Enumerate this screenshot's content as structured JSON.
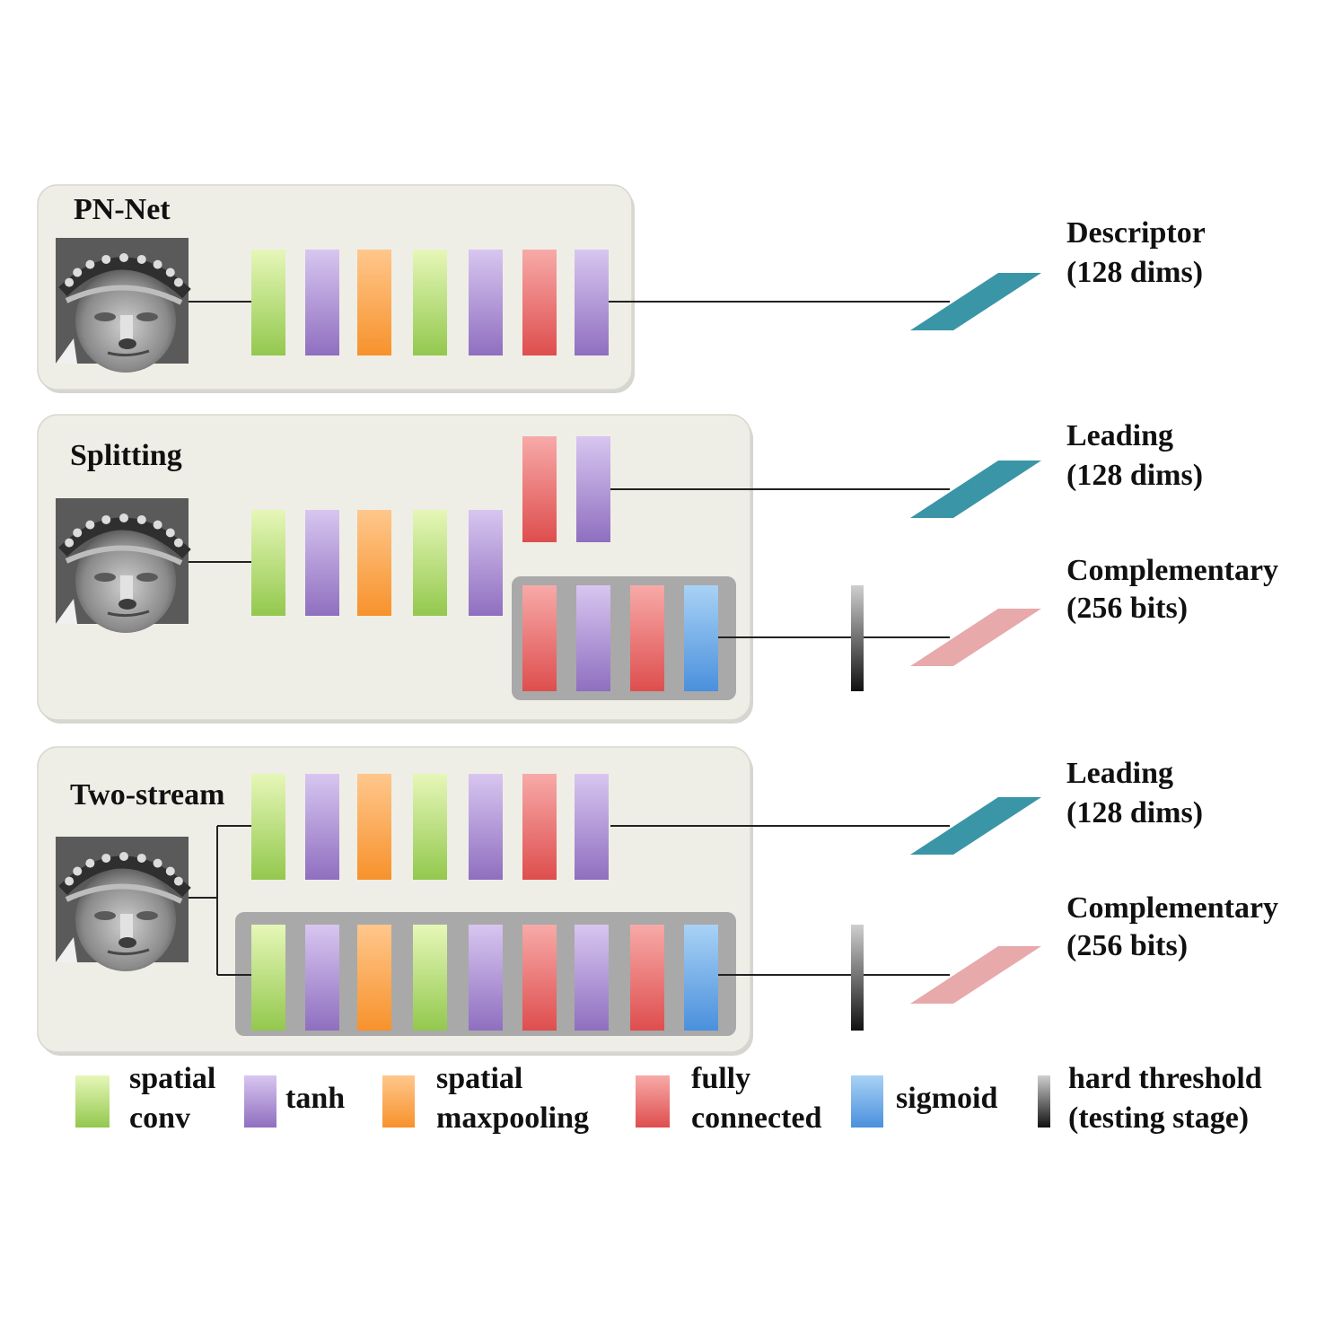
{
  "colors": {
    "panel_bg": "#efeee6",
    "panel_border": "#d8d7cf",
    "group_bg": "#a9a9a9",
    "spatial_conv": [
      "#e6f7b8",
      "#93c84e"
    ],
    "tanh": [
      "#d8c6f0",
      "#8f6fc0"
    ],
    "spatial_maxpooling": [
      "#ffc78c",
      "#f7922c"
    ],
    "fully_connected": [
      "#f7aaa8",
      "#de4e4e"
    ],
    "sigmoid": [
      "#a9d2f5",
      "#4a90dd"
    ],
    "hard_threshold": [
      "#cfcfcf",
      "#111111"
    ],
    "descriptor_real": "#3a95a6",
    "descriptor_binary": "#e8a9aa",
    "line": "#222222"
  },
  "panels": [
    {
      "title": "PN-Net",
      "outputs": [
        {
          "label_lines": [
            "Descriptor",
            "(128 dims)"
          ],
          "kind": "real"
        }
      ],
      "layers": [
        "spatial_conv",
        "tanh",
        "spatial_maxpooling",
        "spatial_conv",
        "tanh",
        "fully_connected",
        "tanh"
      ]
    },
    {
      "title": "Splitting",
      "shared_layers": [
        "spatial_conv",
        "tanh",
        "spatial_maxpooling",
        "spatial_conv",
        "tanh"
      ],
      "leading_branch": [
        "fully_connected",
        "tanh"
      ],
      "complementary_branch": [
        "fully_connected",
        "tanh",
        "fully_connected",
        "sigmoid"
      ],
      "outputs": [
        {
          "label_lines": [
            "Leading",
            "(128 dims)"
          ],
          "kind": "real"
        },
        {
          "label_lines": [
            "Complementary",
            "(256 bits)"
          ],
          "kind": "binary"
        }
      ]
    },
    {
      "title": "Two-stream",
      "leading_stream": [
        "spatial_conv",
        "tanh",
        "spatial_maxpooling",
        "spatial_conv",
        "tanh",
        "fully_connected",
        "tanh"
      ],
      "complementary_stream": [
        "spatial_conv",
        "tanh",
        "spatial_maxpooling",
        "spatial_conv",
        "tanh",
        "fully_connected",
        "tanh",
        "fully_connected",
        "sigmoid"
      ],
      "outputs": [
        {
          "label_lines": [
            "Leading",
            "(128 dims)"
          ],
          "kind": "real"
        },
        {
          "label_lines": [
            "Complementary",
            "(256 bits)"
          ],
          "kind": "binary"
        }
      ]
    }
  ],
  "legend": [
    {
      "key": "spatial_conv",
      "lines": [
        "spatial",
        "conv"
      ]
    },
    {
      "key": "tanh",
      "lines": [
        "tanh"
      ]
    },
    {
      "key": "spatial_maxpooling",
      "lines": [
        "spatial",
        "maxpooling"
      ]
    },
    {
      "key": "fully_connected",
      "lines": [
        "fully",
        "connected"
      ]
    },
    {
      "key": "sigmoid",
      "lines": [
        "sigmoid"
      ]
    },
    {
      "key": "hard_threshold",
      "lines": [
        "hard threshold",
        "(testing stage)"
      ]
    }
  ]
}
